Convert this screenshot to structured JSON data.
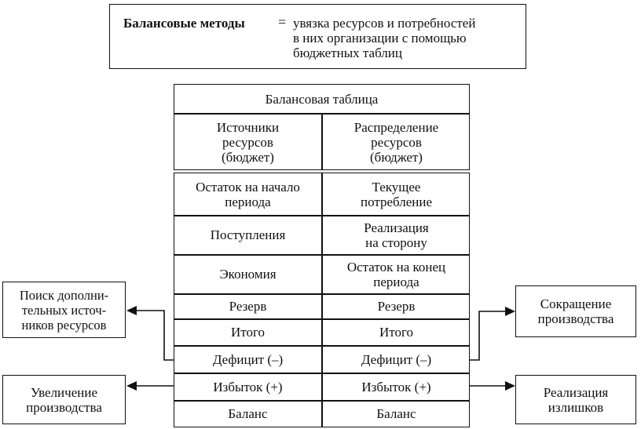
{
  "definition": {
    "term": "Балансовые методы",
    "equals": "=",
    "text": "увязка ресурсов и потребностей\nв них организации с помощью\nбюджетных таблиц"
  },
  "table": {
    "title": "Балансовая таблица",
    "col_left": "Источники\nресурсов\n(бюджет)",
    "col_right": "Распределение\nресурсов\n(бюджет)",
    "rows": [
      {
        "left": "Остаток на начало\nпериода",
        "right": "Текущее\nпотребление"
      },
      {
        "left": "Поступления",
        "right": "Реализация\nна сторону"
      },
      {
        "left": "Экономия",
        "right": "Остаток на конец\nпериода"
      },
      {
        "left": "Резерв",
        "right": "Резерв"
      },
      {
        "left": "Итого",
        "right": "Итого"
      },
      {
        "left": "Дефицит (–)",
        "right": "Дефицит (–)"
      },
      {
        "left": "Избыток (+)",
        "right": "Избыток (+)"
      },
      {
        "left": "Баланс",
        "right": "Баланс"
      }
    ]
  },
  "side_boxes": {
    "search": "Поиск дополни-\nтельных источ-\nников ресурсов",
    "increase": "Увеличение\nпроизводства",
    "reduce": "Сокращение\nпроизводства",
    "sell": "Реализация\nизлишков"
  }
}
